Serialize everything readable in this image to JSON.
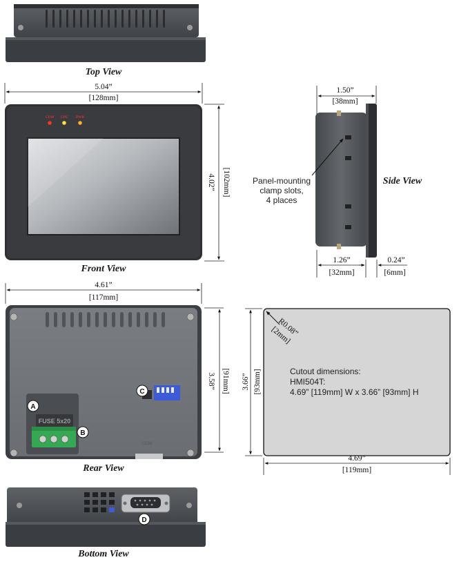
{
  "views": {
    "top": "Top View",
    "front": "Front View",
    "side": "Side View",
    "rear": "Rear View",
    "bottom": "Bottom View"
  },
  "front": {
    "width_in": "5.04”",
    "width_mm": "[128mm]",
    "height_in": "4.02”",
    "height_mm": "[102mm]",
    "leds": [
      "COM",
      "CPU",
      "PWR"
    ],
    "led_colors": [
      "#ff3322",
      "#ffe233",
      "#ffb020"
    ]
  },
  "side": {
    "depth_in": "1.50”",
    "depth_mm": "[38mm]",
    "body_in": "1.26”",
    "body_mm": "[32mm]",
    "bezel_in": "0.24”",
    "bezel_mm": "[6mm]",
    "note_lines": [
      "Panel-mounting",
      "clamp slots,",
      "4 places"
    ]
  },
  "rear": {
    "width_in": "4.61”",
    "width_mm": "[117mm]",
    "height_in": "3.58”",
    "height_mm": "[91mm]",
    "fuse_label": "FUSE 5x20",
    "com_label": "COM",
    "badges": [
      "A",
      "B",
      "C"
    ]
  },
  "cutout": {
    "radius_in": "R0.08”",
    "radius_mm": "[2mm]",
    "height_in": "3.66”",
    "height_mm": "[93mm]",
    "width_in": "4.69”",
    "width_mm": "[119mm]",
    "text_lines": [
      "Cutout dimensions:",
      "HMI504T:",
      "4.69” [119mm] W  x  3.66” [93mm] H"
    ]
  },
  "bottom": {
    "badge": "D"
  }
}
